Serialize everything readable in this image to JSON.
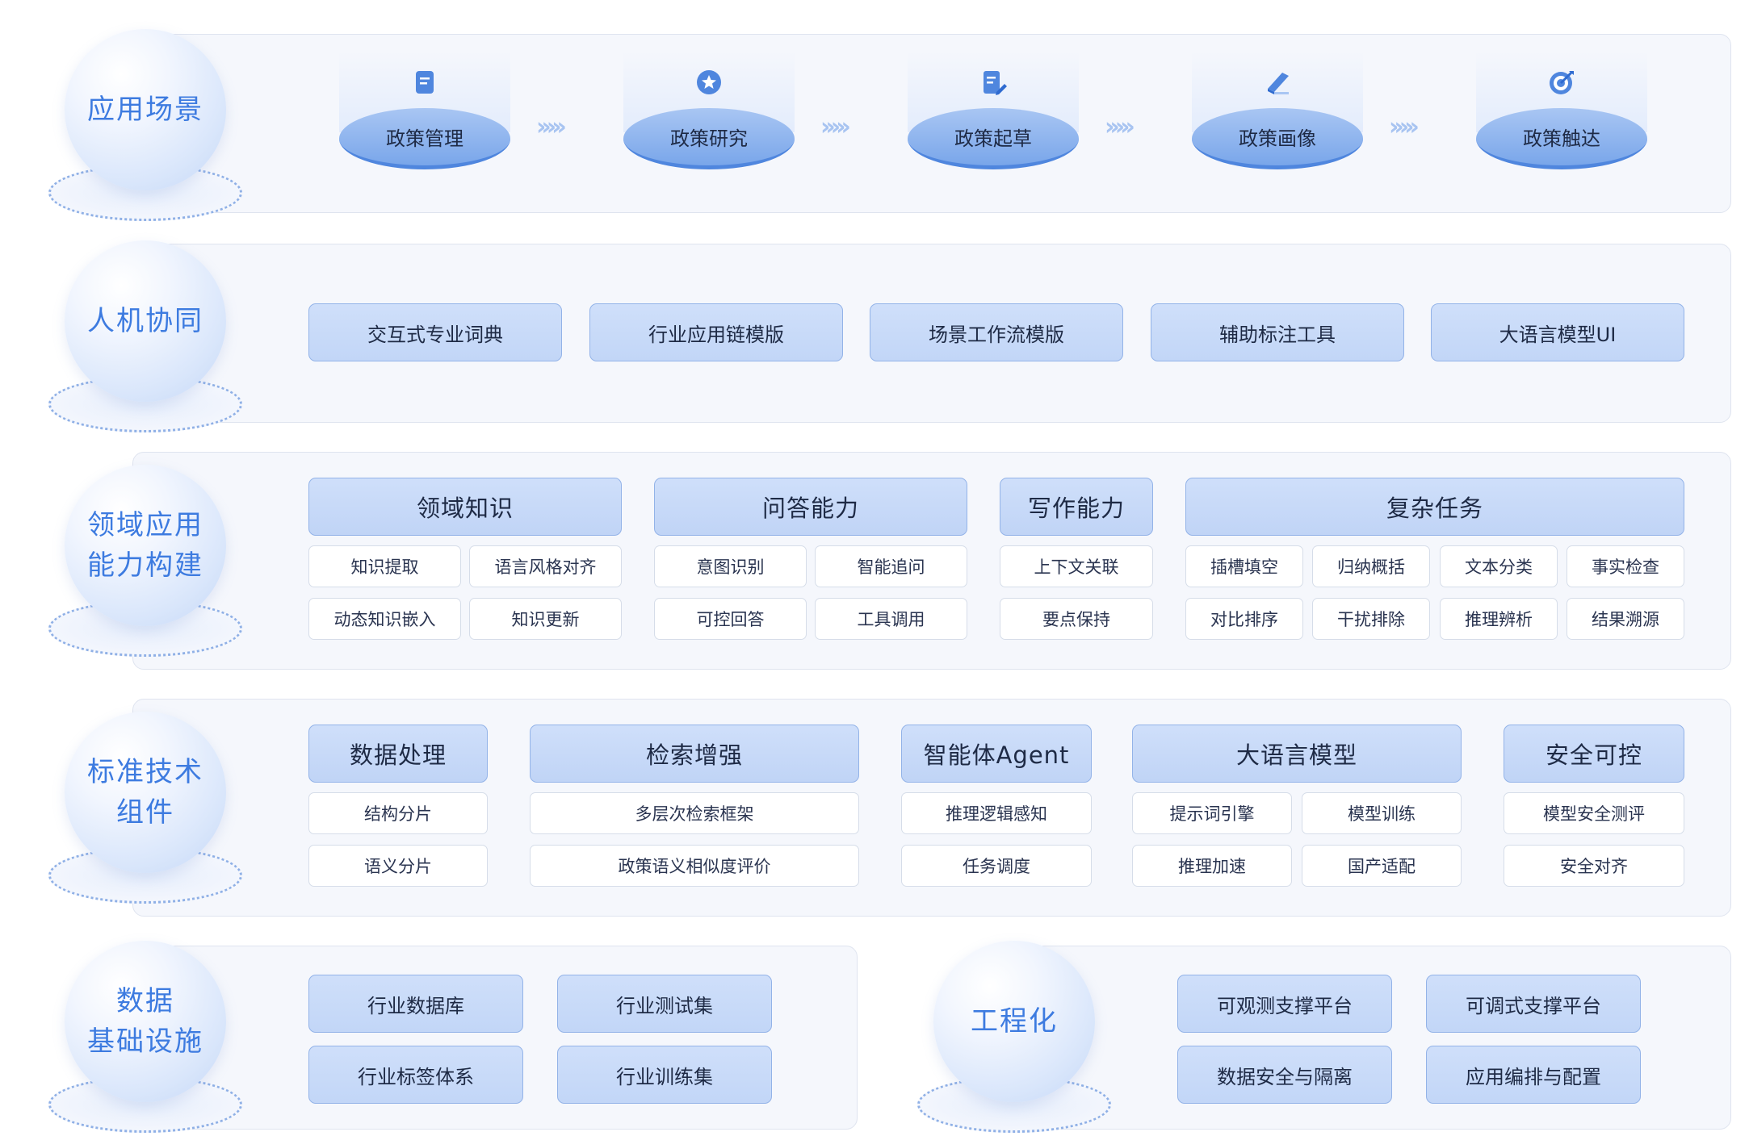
{
  "layers": {
    "application": {
      "label": "应用场景",
      "stages": [
        "政策管理",
        "政策研究",
        "政策起草",
        "政策画像",
        "政策触达"
      ]
    },
    "collaboration": {
      "label": "人机协同",
      "items": [
        "交互式专业词典",
        "行业应用链模版",
        "场景工作流模版",
        "辅助标注工具",
        "大语言模型UI"
      ]
    },
    "domain": {
      "label": "领域应用\n能力构建",
      "groups": [
        {
          "title": "领域知识",
          "items": [
            "知识提取",
            "语言风格对齐",
            "动态知识嵌入",
            "知识更新"
          ]
        },
        {
          "title": "问答能力",
          "items": [
            "意图识别",
            "智能追问",
            "可控回答",
            "工具调用"
          ]
        },
        {
          "title": "写作能力",
          "items": [
            "上下文关联",
            "要点保持"
          ]
        },
        {
          "title": "复杂任务",
          "items": [
            "插槽填空",
            "归纳概括",
            "文本分类",
            "事实检查",
            "对比排序",
            "干扰排除",
            "推理辨析",
            "结果溯源"
          ]
        }
      ]
    },
    "components": {
      "label": "标准技术\n组件",
      "groups": [
        {
          "title": "数据处理",
          "items": [
            "结构分片",
            "语义分片"
          ]
        },
        {
          "title": "检索增强",
          "items": [
            "多层次检索框架",
            "政策语义相似度评价"
          ]
        },
        {
          "title": "智能体Agent",
          "items": [
            "推理逻辑感知",
            "任务调度"
          ]
        },
        {
          "title": "大语言模型",
          "items": [
            "提示词引擎",
            "模型训练",
            "推理加速",
            "国产适配"
          ]
        },
        {
          "title": "安全可控",
          "items": [
            "模型安全测评",
            "安全对齐"
          ]
        }
      ]
    },
    "data_infra": {
      "label": "数据\n基础设施",
      "items": [
        "行业数据库",
        "行业测试集",
        "行业标签体系",
        "行业训练集"
      ]
    },
    "engineering": {
      "label": "工程化",
      "items": [
        "可观测支撑平台",
        "可调式支撑平台",
        "数据安全与隔离",
        "应用编排与配置"
      ]
    }
  },
  "icons": [
    "document-icon",
    "star-badge-icon",
    "edit-document-icon",
    "book-icon",
    "target-icon"
  ],
  "colors": {
    "accent": "#3d7be0",
    "button_fill": "#c8dbf8",
    "button_border": "#93b3e8",
    "panel": "#f5f7fc"
  }
}
